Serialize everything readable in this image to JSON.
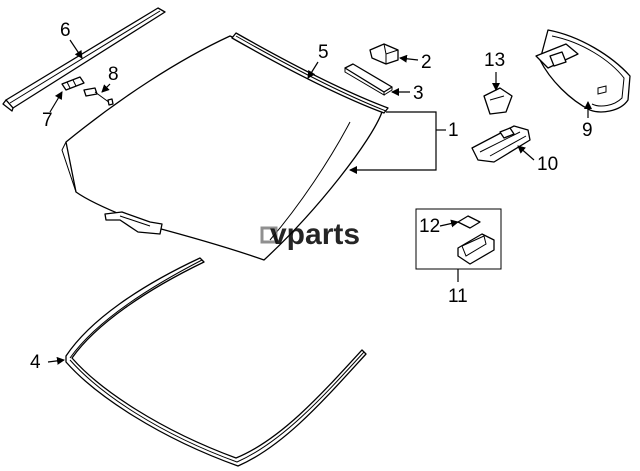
{
  "watermark": "vparts",
  "callouts": {
    "c1": "1",
    "c2": "2",
    "c3": "3",
    "c4": "4",
    "c5": "5",
    "c6": "6",
    "c7": "7",
    "c8": "8",
    "c9": "9",
    "c10": "10",
    "c11": "11",
    "c12": "12",
    "c13": "13"
  }
}
